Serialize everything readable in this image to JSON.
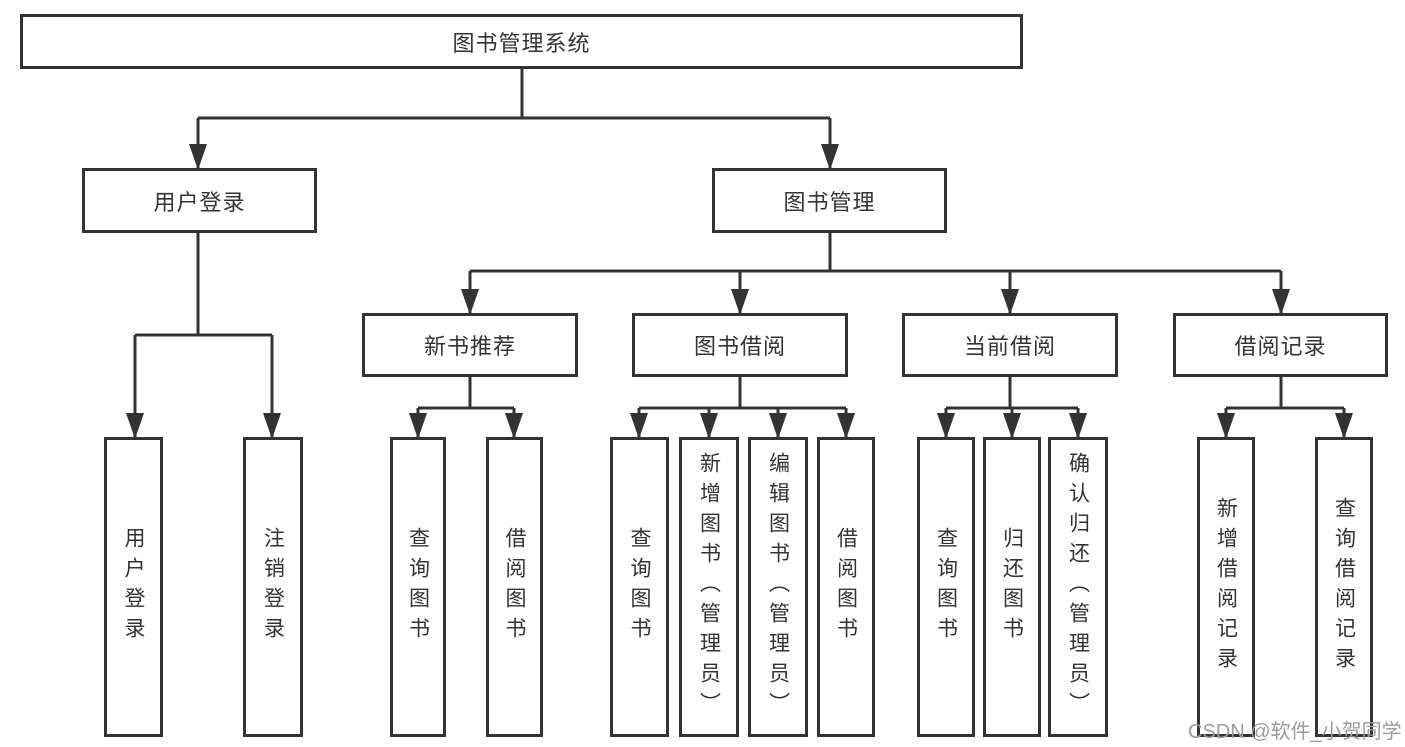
{
  "title": {
    "label": "图书管理系统"
  },
  "level2": [
    {
      "label": "用户登录",
      "leaves": [
        "用户登录",
        "注销登录"
      ]
    },
    {
      "label": "图书管理",
      "groups": [
        {
          "label": "新书推荐",
          "leaves": [
            "查询图书",
            "借阅图书"
          ]
        },
        {
          "label": "图书借阅",
          "leaves": [
            "查询图书",
            "新增图书（管理员）",
            "编辑图书（管理员）",
            "借阅图书"
          ]
        },
        {
          "label": "当前借阅",
          "leaves": [
            "查询图书",
            "归还图书",
            "确认归还（管理员）"
          ]
        },
        {
          "label": "借阅记录",
          "leaves": [
            "新增借阅记录",
            "查询借阅记录"
          ]
        }
      ]
    }
  ],
  "watermark": {
    "text": "CSDN @软件_小贺同学"
  },
  "colors": {
    "line": "#333333",
    "box_border": "#333333",
    "box_background": "#ffffff",
    "text": "#333333",
    "watermark_text": "#9c9c9c"
  }
}
